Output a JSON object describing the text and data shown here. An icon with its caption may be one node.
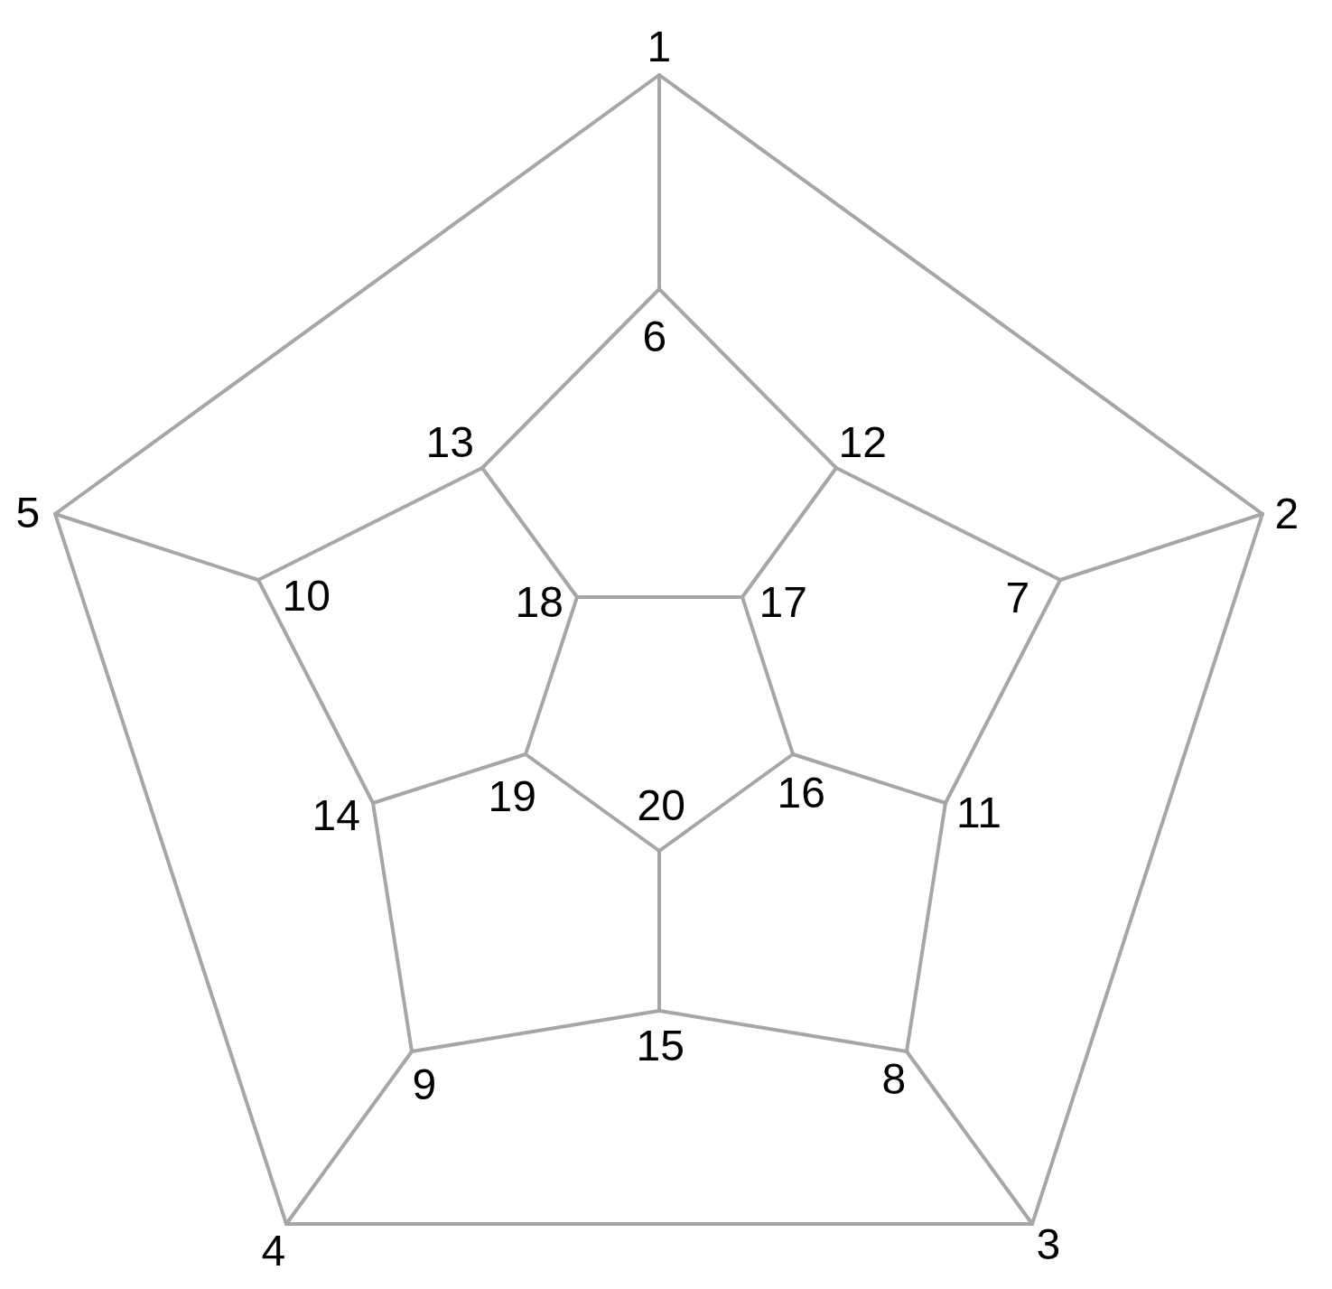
{
  "diagram": {
    "nodes": [
      {
        "text": [
          "1"
        ]
      },
      {
        "text": [
          "2"
        ]
      },
      {
        "text": [
          "3"
        ]
      },
      {
        "text": [
          "4"
        ]
      },
      {
        "text": [
          "5"
        ]
      },
      {
        "text": [
          "6"
        ]
      },
      {
        "text": [
          "7"
        ]
      },
      {
        "text": [
          "8"
        ]
      },
      {
        "text": [
          "9"
        ]
      },
      {
        "text": [
          "10"
        ]
      },
      {
        "text": [
          "11"
        ]
      },
      {
        "text": [
          "12"
        ]
      },
      {
        "text": [
          "13"
        ]
      },
      {
        "text": [
          "14"
        ]
      },
      {
        "text": [
          "15"
        ]
      },
      {
        "text": [
          "16"
        ]
      },
      {
        "text": [
          "17"
        ]
      },
      {
        "text": [
          "18"
        ]
      },
      {
        "text": [
          "19"
        ]
      },
      {
        "text": [
          "20"
        ]
      }
    ],
    "edges": [
      {
        "from": 0,
        "to": 1,
        "arrow": "none"
      },
      {
        "from": 1,
        "to": 2,
        "arrow": "none"
      },
      {
        "from": 2,
        "to": 3,
        "arrow": "none"
      },
      {
        "from": 3,
        "to": 4,
        "arrow": "none"
      },
      {
        "from": 4,
        "to": 0,
        "arrow": "none"
      },
      {
        "from": 0,
        "to": 5,
        "arrow": "none"
      },
      {
        "from": 1,
        "to": 6,
        "arrow": "none"
      },
      {
        "from": 2,
        "to": 7,
        "arrow": "none"
      },
      {
        "from": 3,
        "to": 8,
        "arrow": "none"
      },
      {
        "from": 4,
        "to": 9,
        "arrow": "none"
      },
      {
        "from": 5,
        "to": 11,
        "arrow": "none"
      },
      {
        "from": 11,
        "to": 6,
        "arrow": "none"
      },
      {
        "from": 6,
        "to": 10,
        "arrow": "none"
      },
      {
        "from": 10,
        "to": 7,
        "arrow": "none"
      },
      {
        "from": 7,
        "to": 14,
        "arrow": "none"
      },
      {
        "from": 14,
        "to": 8,
        "arrow": "none"
      },
      {
        "from": 8,
        "to": 13,
        "arrow": "none"
      },
      {
        "from": 13,
        "to": 9,
        "arrow": "none"
      },
      {
        "from": 9,
        "to": 12,
        "arrow": "none"
      },
      {
        "from": 12,
        "to": 5,
        "arrow": "none"
      },
      {
        "from": 11,
        "to": 16,
        "arrow": "none"
      },
      {
        "from": 10,
        "to": 15,
        "arrow": "none"
      },
      {
        "from": 14,
        "to": 19,
        "arrow": "none"
      },
      {
        "from": 13,
        "to": 18,
        "arrow": "none"
      },
      {
        "from": 12,
        "to": 17,
        "arrow": "none"
      },
      {
        "from": 16,
        "to": 15,
        "arrow": "none"
      },
      {
        "from": 15,
        "to": 19,
        "arrow": "none"
      },
      {
        "from": 19,
        "to": 18,
        "arrow": "none"
      },
      {
        "from": 18,
        "to": 17,
        "arrow": "none"
      },
      {
        "from": 17,
        "to": 16,
        "arrow": "none"
      }
    ]
  }
}
